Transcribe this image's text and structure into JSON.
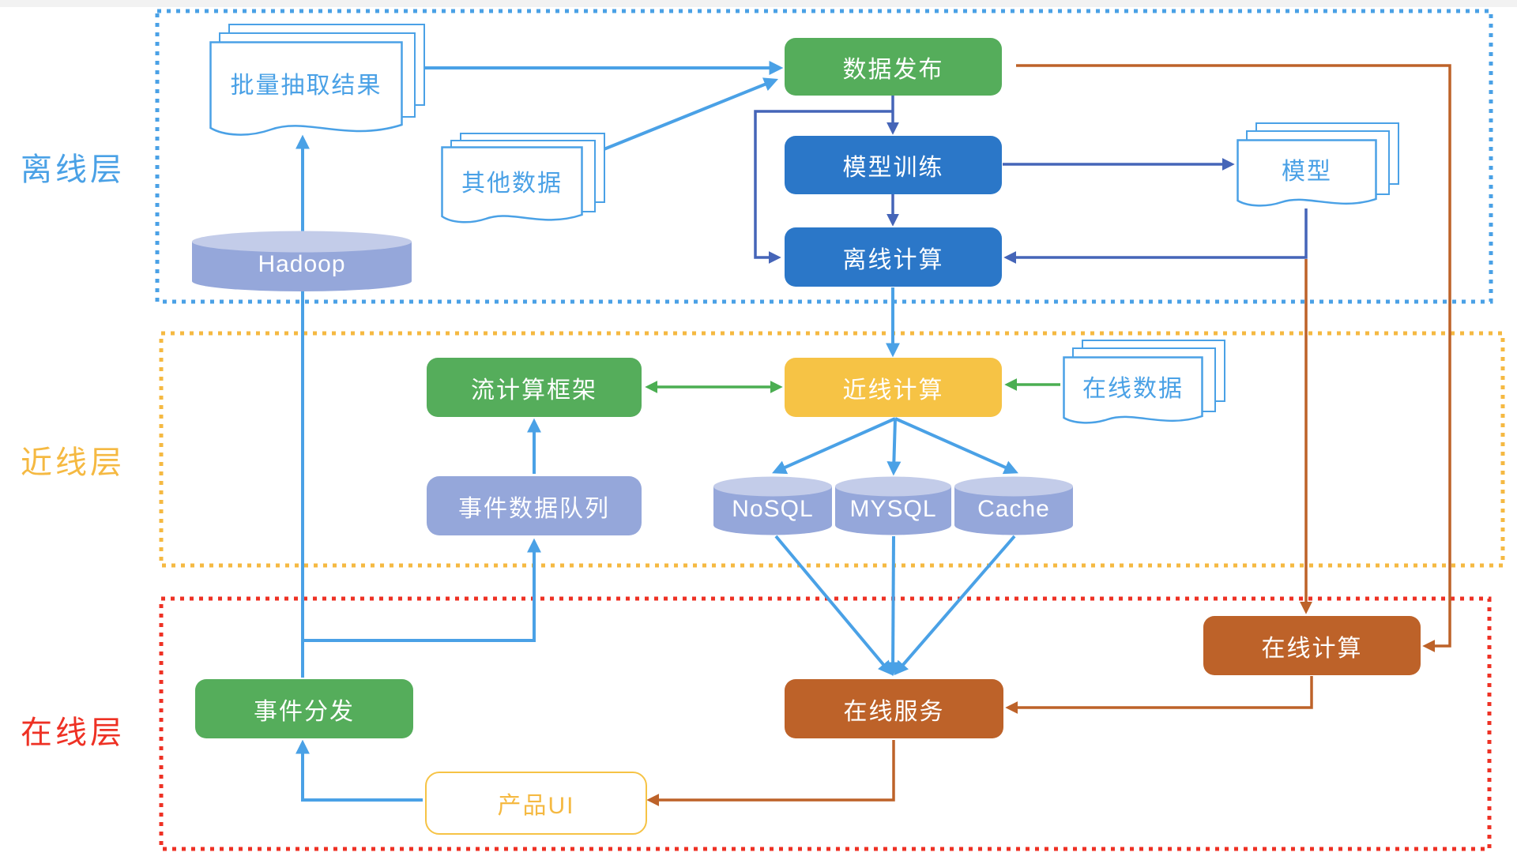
{
  "layers": [
    {
      "id": "offline",
      "label": "离线层",
      "border_color": "#4AA1E6",
      "label_color": "#4AA1E6"
    },
    {
      "id": "nearline",
      "label": "近线层",
      "border_color": "#F5B942",
      "label_color": "#F5B942"
    },
    {
      "id": "online",
      "label": "在线层",
      "border_color": "#EE3124",
      "label_color": "#EE3124"
    }
  ],
  "nodes": {
    "batch_results": {
      "label": "批量抽取结果",
      "type": "document-stack",
      "layer": "offline"
    },
    "other_data": {
      "label": "其他数据",
      "type": "document-stack",
      "layer": "offline"
    },
    "data_publish": {
      "label": "数据发布",
      "type": "process",
      "fill": "#55AD5B",
      "layer": "offline"
    },
    "model_training": {
      "label": "模型训练",
      "type": "process",
      "fill": "#2B77C8",
      "layer": "offline"
    },
    "offline_computing": {
      "label": "离线计算",
      "type": "process",
      "fill": "#2B77C8",
      "layer": "offline"
    },
    "model": {
      "label": "模型",
      "type": "document-stack",
      "layer": "offline"
    },
    "hadoop": {
      "label": "Hadoop",
      "type": "database-cylinder",
      "fill": "#95A7DA",
      "layer": "offline"
    },
    "stream_framework": {
      "label": "流计算框架",
      "type": "process",
      "fill": "#55AD5B",
      "layer": "nearline"
    },
    "nearline_computing": {
      "label": "近线计算",
      "type": "process",
      "fill": "#F6C345",
      "layer": "nearline"
    },
    "online_data": {
      "label": "在线数据",
      "type": "document-stack",
      "layer": "nearline"
    },
    "event_queue": {
      "label": "事件数据队列",
      "type": "queue",
      "fill": "#95A7DA",
      "layer": "nearline"
    },
    "nosql": {
      "label": "NoSQL",
      "type": "database-cylinder",
      "fill": "#95A7DA",
      "layer": "nearline"
    },
    "mysql": {
      "label": "MYSQL",
      "type": "database-cylinder",
      "fill": "#95A7DA",
      "layer": "nearline"
    },
    "cache": {
      "label": "Cache",
      "type": "database-cylinder",
      "fill": "#95A7DA",
      "layer": "nearline"
    },
    "online_computing": {
      "label": "在线计算",
      "type": "process",
      "fill": "#BD6229",
      "layer": "online"
    },
    "event_dispatch": {
      "label": "事件分发",
      "type": "process",
      "fill": "#55AD5B",
      "layer": "online"
    },
    "online_service": {
      "label": "在线服务",
      "type": "process",
      "fill": "#BD6229",
      "layer": "online"
    },
    "product_ui": {
      "label": "产品UI",
      "type": "process-outline",
      "fill": "#FFFFFF",
      "border": "#F6C345",
      "layer": "online"
    }
  },
  "edges": [
    {
      "from": "batch_results",
      "to": "data_publish",
      "color": "light_blue"
    },
    {
      "from": "other_data",
      "to": "data_publish",
      "color": "light_blue"
    },
    {
      "from": "event_dispatch",
      "to": "hadoop",
      "color": "light_blue"
    },
    {
      "from": "hadoop",
      "to": "batch_results",
      "color": "light_blue"
    },
    {
      "from": "data_publish",
      "to": "model_training",
      "color": "indigo"
    },
    {
      "from": "data_publish",
      "to": "offline_computing",
      "color": "indigo"
    },
    {
      "from": "model_training",
      "to": "offline_computing",
      "color": "indigo"
    },
    {
      "from": "model_training",
      "to": "model",
      "color": "indigo"
    },
    {
      "from": "model",
      "to": "offline_computing",
      "color": "indigo"
    },
    {
      "from": "model",
      "to": "online_computing",
      "color": "orange"
    },
    {
      "from": "data_publish",
      "to": "online_computing",
      "color": "orange"
    },
    {
      "from": "offline_computing",
      "to": "nearline_computing",
      "color": "light_blue"
    },
    {
      "from": "stream_framework",
      "to": "nearline_computing",
      "color": "green",
      "bidirectional": true
    },
    {
      "from": "online_data",
      "to": "nearline_computing",
      "color": "green"
    },
    {
      "from": "nearline_computing",
      "to": "nosql",
      "color": "light_blue"
    },
    {
      "from": "nearline_computing",
      "to": "mysql",
      "color": "light_blue"
    },
    {
      "from": "nearline_computing",
      "to": "cache",
      "color": "light_blue"
    },
    {
      "from": "nosql",
      "to": "online_service",
      "color": "light_blue"
    },
    {
      "from": "mysql",
      "to": "online_service",
      "color": "light_blue"
    },
    {
      "from": "cache",
      "to": "online_service",
      "color": "light_blue"
    },
    {
      "from": "event_queue",
      "to": "stream_framework",
      "color": "light_blue"
    },
    {
      "from": "event_dispatch",
      "to": "event_queue",
      "color": "light_blue"
    },
    {
      "from": "online_computing",
      "to": "online_service",
      "color": "orange"
    },
    {
      "from": "online_service",
      "to": "product_ui",
      "color": "orange"
    },
    {
      "from": "product_ui",
      "to": "event_dispatch",
      "color": "light_blue"
    }
  ],
  "palette": {
    "light_blue": "#4AA1E6",
    "indigo": "#4565B8",
    "green": "#4BAE52",
    "orange": "#BD6229",
    "box_green": "#55AD5B",
    "box_blue": "#2B77C8",
    "box_yellow": "#F6C345",
    "box_brown": "#BD6229",
    "cylinder_body": "#95A7DA",
    "cylinder_top": "#C3CCE9",
    "border_red": "#EE3124"
  }
}
